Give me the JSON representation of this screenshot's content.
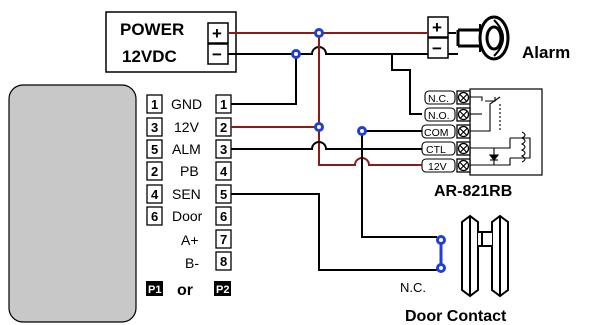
{
  "power": {
    "line1": "POWER",
    "line2": "12VDC",
    "plus": "+",
    "minus": "−"
  },
  "alarm": {
    "plus": "+",
    "minus": "−",
    "label": "Alarm"
  },
  "relay": {
    "terminals": [
      "N.C.",
      "N.O.",
      "COM",
      "CTL",
      "12V"
    ],
    "model": "AR-821RB"
  },
  "reader": {
    "p1_numbers": [
      "1",
      "3",
      "5",
      "2",
      "4",
      "6"
    ],
    "signals": [
      "GND",
      "12V",
      "ALM",
      "PB",
      "SEN",
      "Door",
      "A+",
      "B-"
    ],
    "p2_numbers": [
      "1",
      "2",
      "3",
      "4",
      "5",
      "6",
      "7",
      "8"
    ],
    "p1_tag": "P1",
    "p2_tag": "P2",
    "or": "or"
  },
  "door": {
    "nc": "N.C.",
    "label": "Door Contact"
  },
  "colors": {
    "positive_wire": "#8b1a1a",
    "negative_wire": "#000000",
    "junction": "#1f3fd6",
    "reader_panel": "#c8c8c8"
  }
}
